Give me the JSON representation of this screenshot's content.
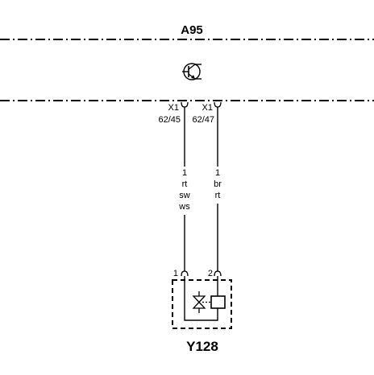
{
  "component_top": {
    "name": "A95"
  },
  "connectors": [
    {
      "connector": "X1",
      "pin": "62/45",
      "wire_number": "1",
      "colors": [
        "rt",
        "sw",
        "ws"
      ]
    },
    {
      "connector": "X1",
      "pin": "62/47",
      "wire_number": "1",
      "colors": [
        "br",
        "rt"
      ]
    }
  ],
  "component_bottom": {
    "name": "Y128",
    "pins": [
      "1",
      "2"
    ]
  },
  "icons": {
    "top_symbol": "transistor-icon",
    "valve_symbol": "valve-icon",
    "coil_symbol": "solenoid-coil-icon"
  },
  "colors": {
    "line": "#000000",
    "background": "#ffffff"
  }
}
